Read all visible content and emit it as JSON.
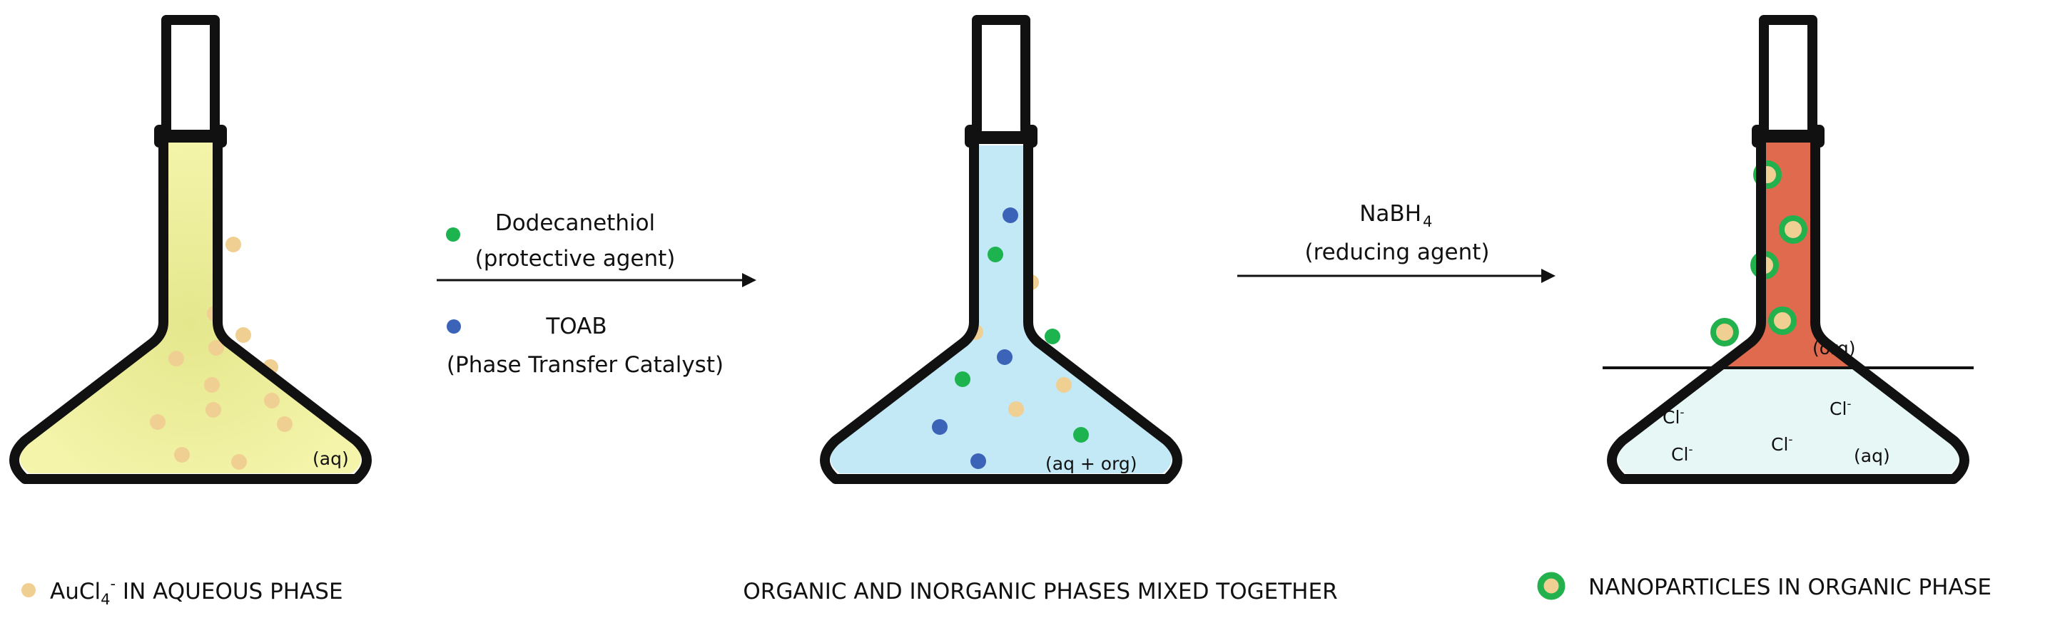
{
  "colors": {
    "outline": "#111111",
    "aqueous_fill": "#f3f3a6",
    "aqueous_glow": "#e9eb93",
    "mixed_fill": "#c3e8f6",
    "org_fill": "#e06a4e",
    "aq_bottom_fill": "#e7f7f5",
    "au_particle": "#f0cf92",
    "thiol": "#1db34f",
    "toab": "#3b63b8",
    "nanoparticle_ring": "#23b14d",
    "nanoparticle_core": "#f0cf92"
  },
  "flask1": {
    "phase_label": "(aq)"
  },
  "flask2": {
    "phase_label": "(aq + org)"
  },
  "flask3": {
    "org_label": "(org)",
    "aq_label": "(aq)",
    "ion_label": "Cl",
    "ion_charge": "-"
  },
  "reagents": {
    "thiol_name": "Dodecanethiol",
    "thiol_role": "(protective agent)",
    "toab_name": "TOAB",
    "toab_role": "(Phase Transfer Catalyst)",
    "reducer_base": "NaBH",
    "reducer_sub": "4",
    "reducer_role": "(reducing agent)"
  },
  "captions": {
    "left_base": "AuCl",
    "left_sub": "4",
    "left_sup": "-",
    "left_rest": " IN AQUEOUS PHASE",
    "middle": "ORGANIC AND INORGANIC PHASES MIXED TOGETHER",
    "right": "NANOPARTICLES IN ORGANIC PHASE"
  }
}
